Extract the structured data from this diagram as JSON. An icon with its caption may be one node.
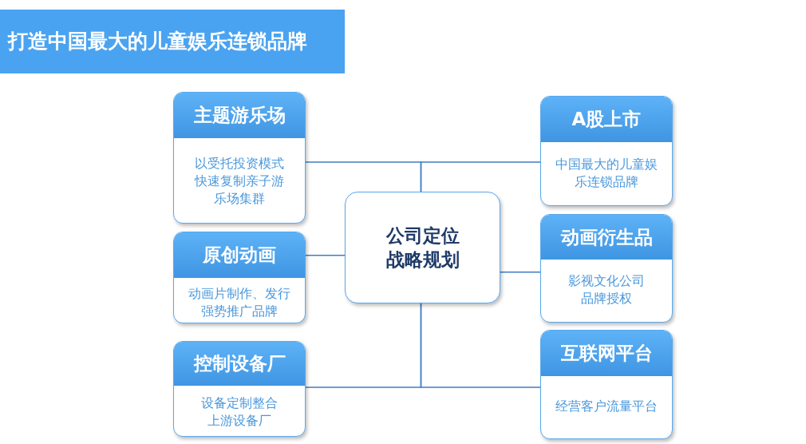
{
  "diagram": {
    "title": "打造中国最大的儿童娱乐连锁品牌",
    "nodes": [
      {
        "text": [
          "主题游乐场",
          "以受托投资模式快速复制亲子游乐场集群"
        ]
      },
      {
        "text": [
          "A股上市",
          "中国最大的儿童娱乐连锁品牌"
        ]
      },
      {
        "text": [
          "公司定位战略规划"
        ]
      },
      {
        "text": [
          "原创动画",
          "动画片制作、发行强势推广品牌"
        ]
      },
      {
        "text": [
          "动画衍生品",
          "影视文化公司品牌授权"
        ]
      },
      {
        "text": [
          "控制设备厂",
          "设备定制整合上游设备厂"
        ]
      },
      {
        "text": [
          "互联网平台",
          "经营客户流量平台"
        ]
      }
    ],
    "edges": [
      {
        "from": 2,
        "to": 0,
        "arrow": "none"
      },
      {
        "from": 2,
        "to": 1,
        "arrow": "none"
      },
      {
        "from": 2,
        "to": 3,
        "arrow": "none"
      },
      {
        "from": 2,
        "to": 4,
        "arrow": "none"
      },
      {
        "from": 2,
        "to": 5,
        "arrow": "none"
      },
      {
        "from": 2,
        "to": 6,
        "arrow": "none"
      }
    ]
  }
}
